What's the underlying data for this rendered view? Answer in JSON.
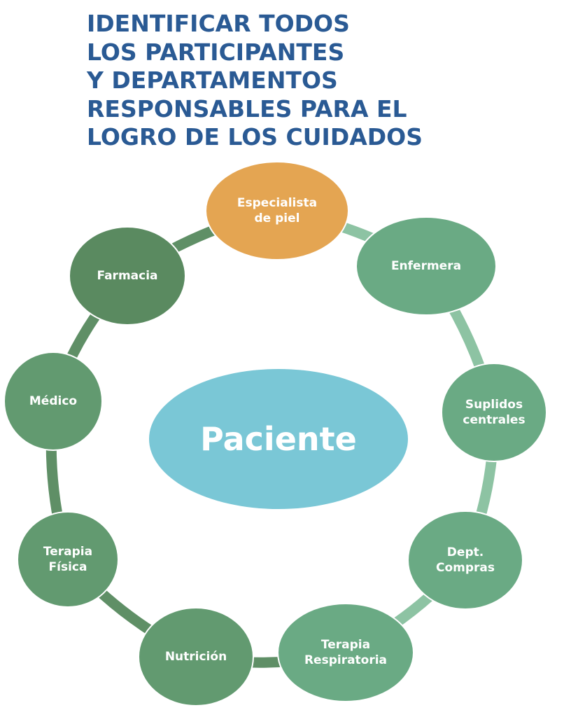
{
  "title": {
    "lines": [
      "IDENTIFICAR TODOS",
      "LOS PARTICIPANTES",
      "Y DEPARTAMENTOS",
      "RESPONSABLES PARA EL",
      "LOGRO DE LOS CUIDADOS"
    ]
  },
  "colors": {
    "title": "#2a5a94",
    "center": "#7ac7d6",
    "highlight": "#e4a552",
    "node_light": "#6aaa84",
    "node_mid": "#629a70",
    "node_dark": "#5a8a60",
    "ring_light": "#8dc3a3",
    "ring_dark": "#5f8f66"
  },
  "diagram": {
    "center": {
      "label": "Paciente"
    },
    "nodes": [
      {
        "id": "especialista",
        "lines": [
          "Especialista",
          "de piel"
        ]
      },
      {
        "id": "enfermera",
        "lines": [
          "Enfermera"
        ]
      },
      {
        "id": "suplidos",
        "lines": [
          "Suplidos",
          "centrales"
        ]
      },
      {
        "id": "compras",
        "lines": [
          "Dept.",
          "Compras"
        ]
      },
      {
        "id": "respiratoria",
        "lines": [
          "Terapia",
          "Respiratoria"
        ]
      },
      {
        "id": "nutricion",
        "lines": [
          "Nutrición"
        ]
      },
      {
        "id": "fisica",
        "lines": [
          "Terapia",
          "Física"
        ]
      },
      {
        "id": "medico",
        "lines": [
          "Médico"
        ]
      },
      {
        "id": "farmacia",
        "lines": [
          "Farmacia"
        ]
      }
    ]
  }
}
